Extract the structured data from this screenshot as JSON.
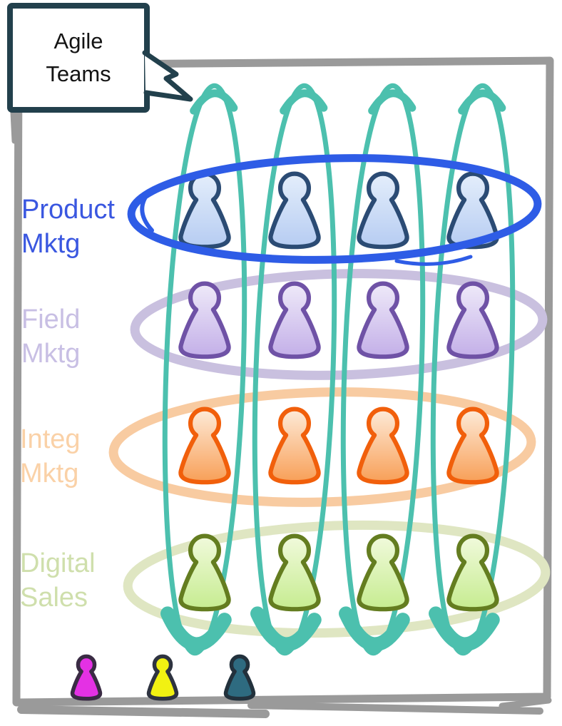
{
  "callout": {
    "text": "Agile\nTeams",
    "border_color": "#22404C",
    "text_color": "#141414",
    "fill_color": "#FFFFFF"
  },
  "diagram": {
    "frame_color": "#9A9A9A",
    "agile_teams": {
      "count": 4,
      "color": "#4CC0AE"
    },
    "rows": [
      {
        "id": "product-mktg",
        "label": "Product\nMktg",
        "label_color": "#3A57E0",
        "ellipse_color": "#2E5CE6",
        "pawn_outline": "#2B4B74",
        "pawn_fill_top": "#E4EEFB",
        "pawn_fill_bottom": "#B6CCF2",
        "members": 4
      },
      {
        "id": "field-mktg",
        "label": "Field\nMktg",
        "label_color": "#C8BFE4",
        "ellipse_color": "#C9C0DF",
        "pawn_outline": "#6F52A6",
        "pawn_fill_top": "#EFEAF9",
        "pawn_fill_bottom": "#C3AFE8",
        "members": 4
      },
      {
        "id": "integ-mktg",
        "label": "Integ\nMktg",
        "label_color": "#FAD1A7",
        "ellipse_color": "#F8CBA1",
        "pawn_outline": "#F15F0B",
        "pawn_fill_top": "#FDEBD9",
        "pawn_fill_bottom": "#F89F57",
        "members": 4
      },
      {
        "id": "digital-sales",
        "label": "Digital\nSales",
        "label_color": "#CFDFAC",
        "ellipse_color": "#DFE6C2",
        "pawn_outline": "#647D20",
        "pawn_fill_top": "#F1FADC",
        "pawn_fill_bottom": "#C6EC90",
        "members": 4
      }
    ],
    "legend_pawns": [
      {
        "id": "magenta-pawn",
        "color": "#E431E4",
        "outline": "#3A2B44"
      },
      {
        "id": "yellow-pawn",
        "color": "#F1F112",
        "outline": "#2E3340"
      },
      {
        "id": "teal-pawn",
        "color": "#2E6B80",
        "outline": "#22313C"
      }
    ]
  }
}
